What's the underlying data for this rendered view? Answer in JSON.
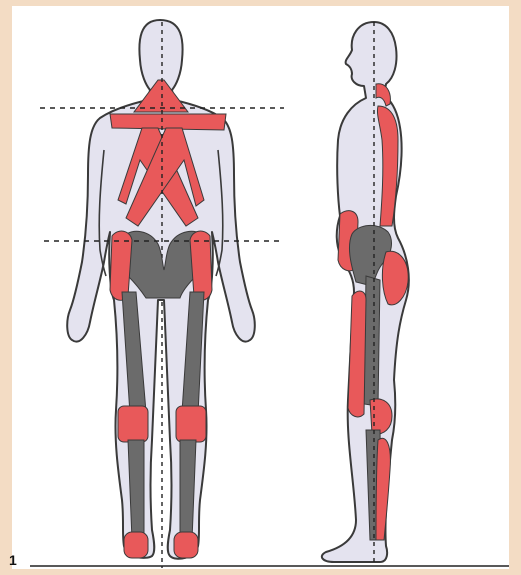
{
  "figure": {
    "number": "1",
    "colors": {
      "background": "#f3dcc4",
      "panel": "#ffffff",
      "body_fill": "#e4e3ef",
      "outline": "#3a3a3a",
      "muscle": "#e8595a",
      "bone": "#6b6b6b",
      "guide_line": "#222222"
    },
    "views": [
      "posterior-view",
      "lateral-view"
    ]
  }
}
